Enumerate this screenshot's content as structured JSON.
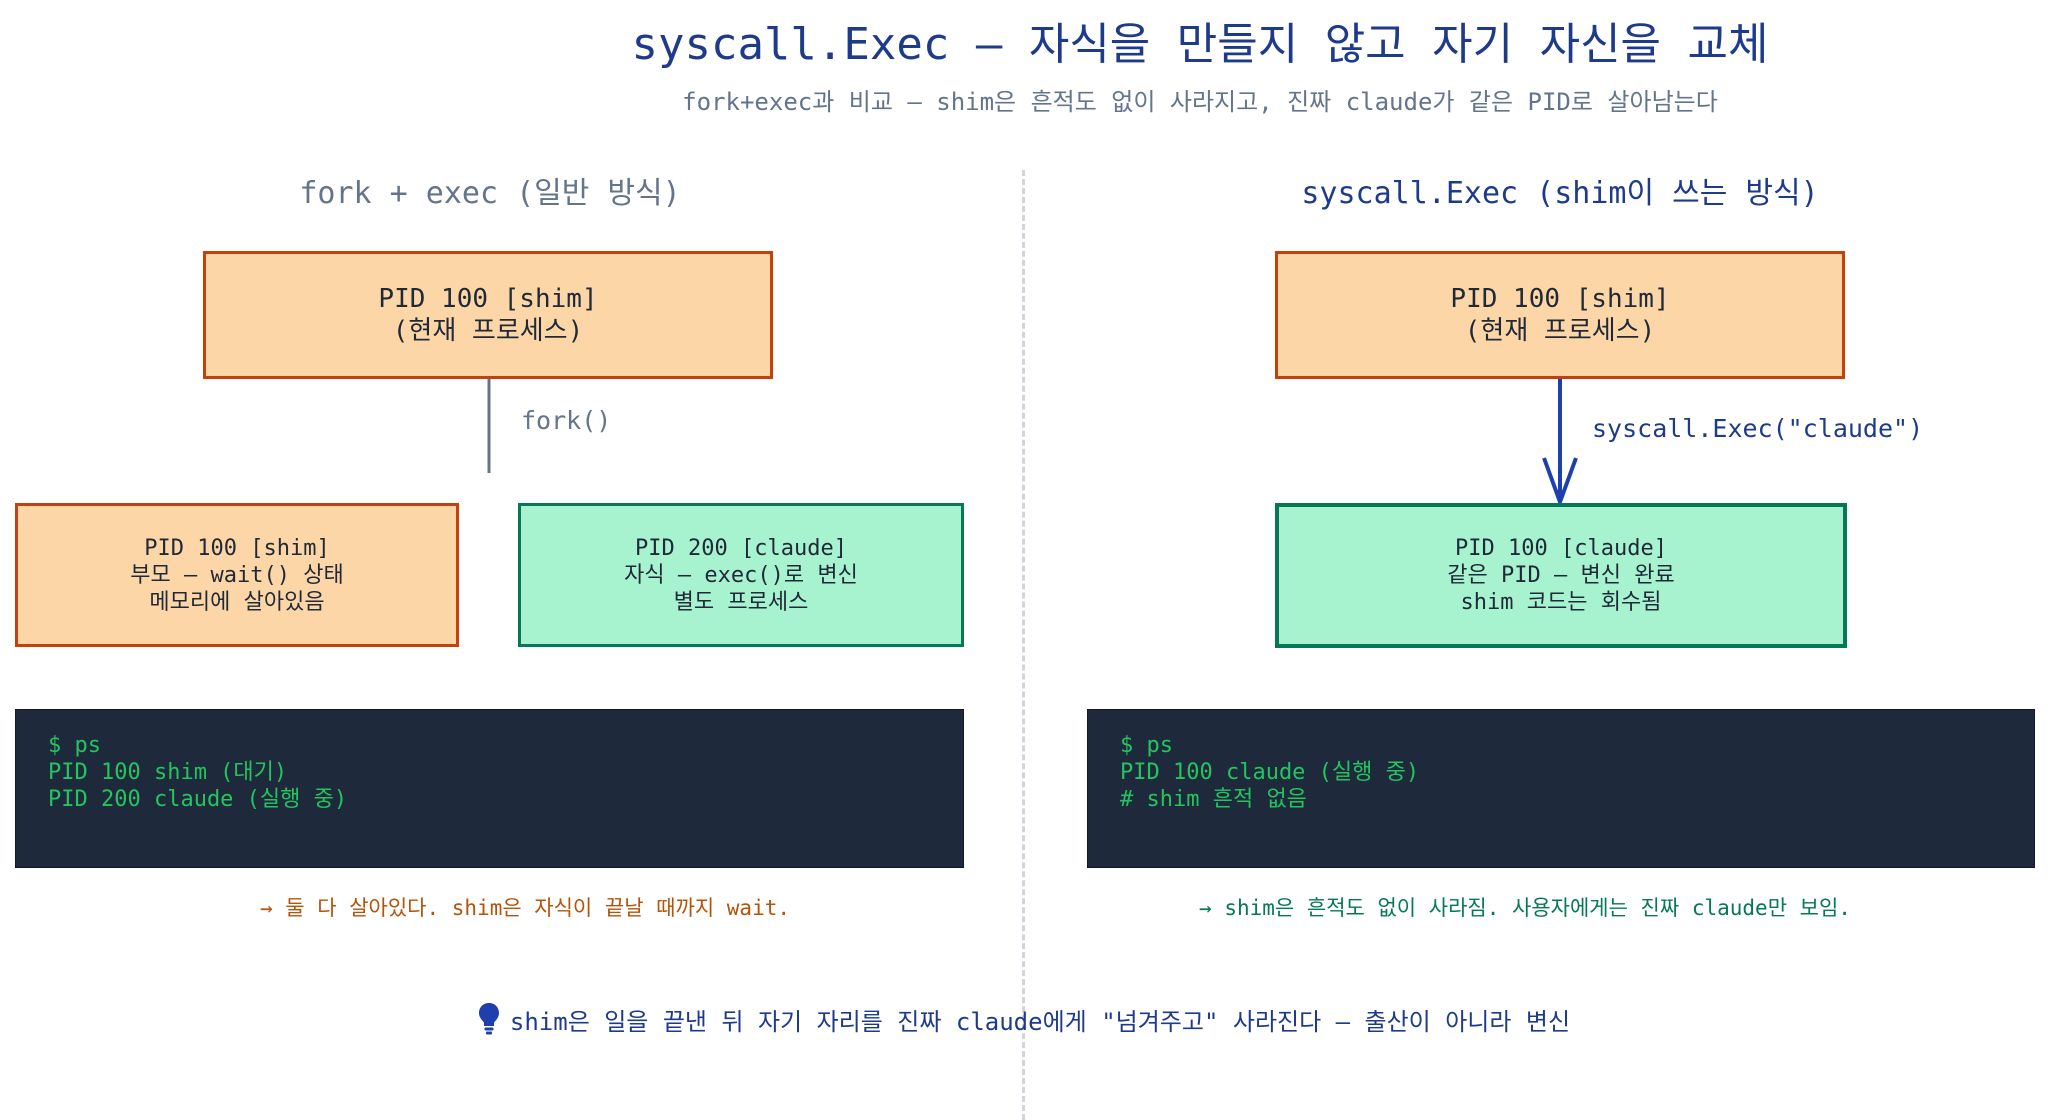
{
  "title": "syscall.Exec — 자식을 만들지 않고 자기 자신을 교체",
  "subtitle": "fork+exec과 비교 — shim은 흔적도 없이 사라지고, 진짜 claude가 같은 PID로 살아남는다",
  "left": {
    "heading": "fork + exec (일반 방식)",
    "top_box": {
      "line1": "PID 100 [shim]",
      "line2": "(현재 프로세스)"
    },
    "edge_label": "fork()",
    "parent_box": {
      "line1": "PID 100 [shim]",
      "line2": "부모 — wait() 상태",
      "line3": "메모리에 살아있음"
    },
    "child_box": {
      "line1": "PID 200 [claude]",
      "line2": "자식 — exec()로 변신",
      "line3": "별도 프로세스"
    },
    "terminal": [
      "$ ps",
      "PID 100 shim (대기)",
      "PID 200 claude (실행 중)"
    ],
    "note": "→ 둘 다 살아있다. shim은 자식이 끝날 때까지 wait."
  },
  "right": {
    "heading": "syscall.Exec (shim이 쓰는 방식)",
    "top_box": {
      "line1": "PID 100 [shim]",
      "line2": "(현재 프로세스)"
    },
    "edge_label": "syscall.Exec(\"claude\")",
    "result_box": {
      "line1": "PID 100 [claude]",
      "line2": "같은 PID — 변신 완료",
      "line3": "shim 코드는 회수됨"
    },
    "terminal": [
      "$ ps",
      "PID 100 claude (실행 중)",
      "# shim 흔적 없음"
    ],
    "note": "→ shim은 흔적도 없이 사라짐. 사용자에게는 진짜 claude만 보임."
  },
  "bottom_message": "shim은 일을 끝낸 뒤 자기 자리를 진짜 claude에게 \"넘겨주고\" 사라진다 — 출산이 아니라 변신",
  "icons": {
    "bottom": "lightbulb-icon"
  },
  "colors": {
    "title": "#1e3a8a",
    "orange_fill": "#fdd6a7",
    "orange_border": "#c2410c",
    "green_fill": "#a7f3d0",
    "green_border": "#047857",
    "terminal_bg": "#1e293b",
    "terminal_text": "#22c55e",
    "arrow": "#1e40af"
  }
}
